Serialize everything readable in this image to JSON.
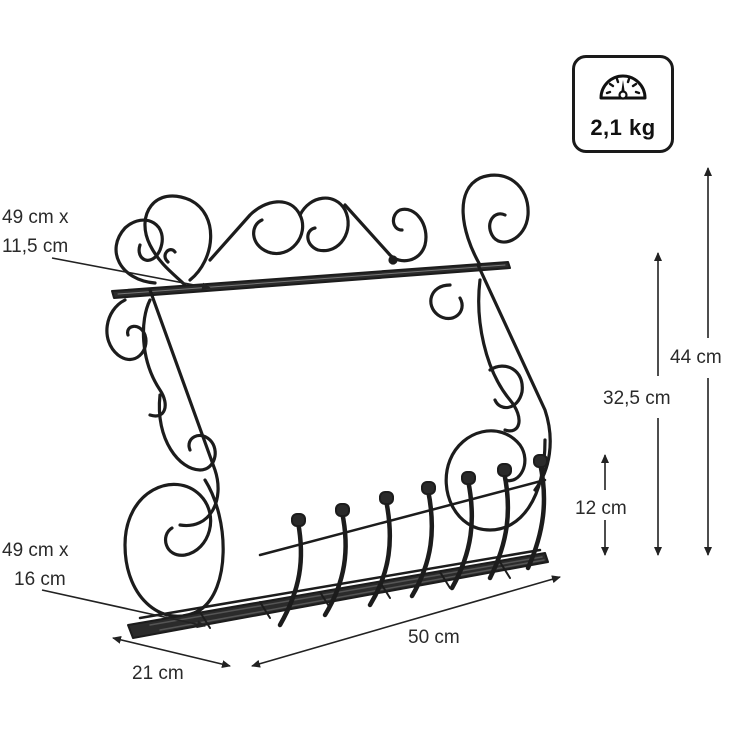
{
  "product": {
    "description": "Wrought iron scroll wall shelf with upper flat shelf and lower basket"
  },
  "weight_badge": {
    "icon": "scale-icon",
    "value": "2,1 kg"
  },
  "dimensions": {
    "top_shelf": {
      "line1": "49 cm x",
      "line2": "11,5 cm"
    },
    "bottom_shelf": {
      "line1": "49 cm x",
      "line2": "16 cm"
    },
    "depth": "21 cm",
    "width": "50 cm",
    "basket_height": "12 cm",
    "shelf_height": "32,5 cm",
    "total_height": "44 cm"
  },
  "colors": {
    "iron": "#1c1c1c",
    "arrow": "#222222",
    "text": "#2a2a2a"
  }
}
